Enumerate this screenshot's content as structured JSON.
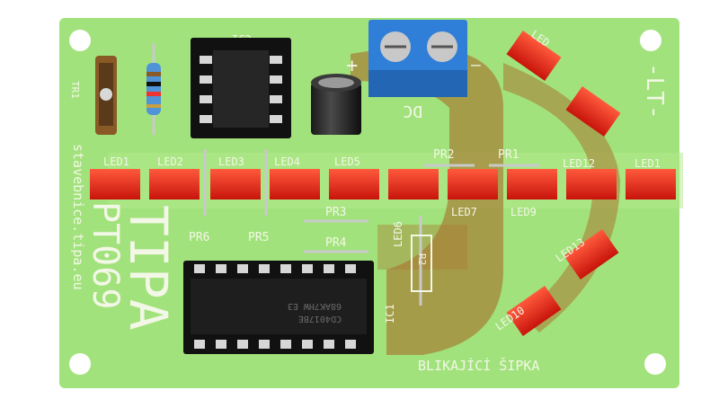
{
  "board": {
    "brand": "TIPA",
    "model": "PT069",
    "website": "stavebnice.tipa.eu",
    "title": "BLIKAJÍCÍ ŠIPKA",
    "version_mark": "-LT-",
    "colors": {
      "pcb": "#9fe07a",
      "copper": "#9a6a2a",
      "led": "#e8261a",
      "silkscreen": "#f2f7e6",
      "ic": "#161616",
      "terminal": "#2f7fd8"
    }
  },
  "labels": {
    "tr1": "TR1",
    "ic2": "IC2",
    "ic1": "IC1",
    "dc": "DC",
    "plus": "+",
    "minus": "—",
    "r2": "R2",
    "pr1": "PR1",
    "pr2": "PR2",
    "pr3": "PR3",
    "pr4": "PR4",
    "pr5": "PR5",
    "pr6": "PR6",
    "led1": "LED1",
    "led2": "LED2",
    "led3": "LED3",
    "led4": "LED4",
    "led5": "LED5",
    "led6": "LED6",
    "led7": "LED7",
    "led9": "LED9",
    "led10": "LED10",
    "led12": "LED12",
    "led13": "LED13",
    "led_right": "LED1",
    "led_top": "LED"
  },
  "chip": {
    "marking_1": "68AK7HW E3",
    "marking_2": "CD4017BE"
  }
}
